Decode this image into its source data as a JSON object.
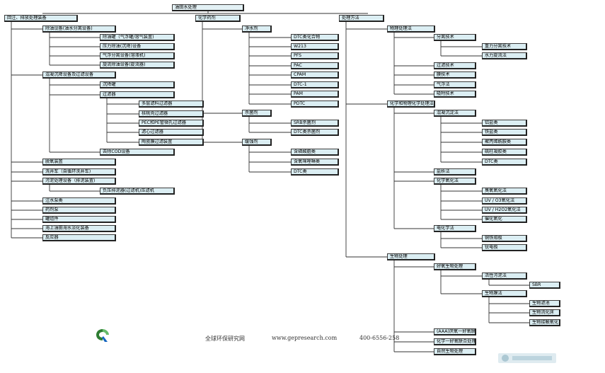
{
  "diagram": {
    "root": "油田水处理",
    "groups": [
      {
        "label": "回注、排放处理装备",
        "children": [
          {
            "label": "除油设备(油水分离设备)",
            "children": [
              {
                "label": "除油罐（气浮罐/溶气装置)"
              },
              {
                "label": "压力除油(沉降)设备"
              },
              {
                "label": "气浮分离设备(溶液机)"
              },
              {
                "label": "旋流除油设备(旋流器)"
              }
            ]
          },
          {
            "label": "混凝沉降设备及过滤设备",
            "children": [
              {
                "label": "沉降罐"
              },
              {
                "label": "过滤器",
                "children": [
                  {
                    "label": "多层滤料过滤器"
                  },
                  {
                    "label": "核桃壳过滤器"
                  },
                  {
                    "label": "PEC和PE管微孔过滤器"
                  },
                  {
                    "label": "滤心过滤器"
                  },
                  {
                    "label": "陶瓷膜过滤装置"
                  }
                ]
              },
              {
                "label": "去除COD设备"
              }
            ]
          },
          {
            "label": "脱氧装置"
          },
          {
            "label": "洗井车（自循环洗井车)"
          },
          {
            "label": "污泥处理设备（排泥装置)",
            "children": [
              {
                "label": "负压排泥器(过滤机)压滤机"
              }
            ]
          },
          {
            "label": "注水泵类"
          },
          {
            "label": "药剂泵"
          },
          {
            "label": "罐组件"
          },
          {
            "label": "海上油田海水淡化装备"
          },
          {
            "label": "反应器"
          }
        ]
      },
      {
        "label": "化学药剂",
        "children": [
          {
            "label": "净水剂",
            "children": [
              {
                "label": "DTC类化合物"
              },
              {
                "label": "W213"
              },
              {
                "label": "PFS"
              },
              {
                "label": "PAC"
              },
              {
                "label": "CPAM"
              },
              {
                "label": "DTC-1"
              },
              {
                "label": "PAM"
              },
              {
                "label": "PDTC"
              }
            ]
          },
          {
            "label": "杀菌剂",
            "children": [
              {
                "label": "SRB杀菌剂"
              },
              {
                "label": "DTC类杀菌剂"
              }
            ]
          },
          {
            "label": "缓蚀剂",
            "children": [
              {
                "label": "含磷酸脂类"
              },
              {
                "label": "含氧咪唑啉类"
              },
              {
                "label": "DTC类"
              }
            ]
          }
        ]
      },
      {
        "label": "处理方法",
        "children": [
          {
            "label": "物理处理法",
            "children": [
              {
                "label": "分离技术",
                "children": [
                  {
                    "label": "重力分离技术"
                  },
                  {
                    "label": "水力旋流法"
                  }
                ]
              },
              {
                "label": "过滤技术"
              },
              {
                "label": "膜技术"
              },
              {
                "label": "气浮法"
              },
              {
                "label": "吸附技术"
              }
            ]
          },
          {
            "label": "化学和物理化学处理法",
            "children": [
              {
                "label": "混凝沉淀法",
                "children": [
                  {
                    "label": "铝盐类"
                  },
                  {
                    "label": "铁盐类"
                  },
                  {
                    "label": "聚丙烯酰胺类"
                  },
                  {
                    "label": "硫柱凝胶类"
                  },
                  {
                    "label": "DTC类"
                  }
                ]
              },
              {
                "label": "盐析法"
              },
              {
                "label": "化学氧化法",
                "children": [
                  {
                    "label": "臭氧氧化法"
                  },
                  {
                    "label": "UV / O3氧化法"
                  },
                  {
                    "label": "UV / H2O2氧化法"
                  },
                  {
                    "label": "催化氧化"
                  }
                ]
              },
              {
                "label": "电化学法",
                "children": [
                  {
                    "label": "铜铁阳极"
                  },
                  {
                    "label": "钛电极"
                  }
                ]
              }
            ]
          },
          {
            "label": "生物处理",
            "children": [
              {
                "label": "好氧生物处理",
                "children": [
                  {
                    "label": "活性污泥法",
                    "children": [
                      {
                        "label": "SBR"
                      }
                    ]
                  },
                  {
                    "label": "生物膜法",
                    "children": [
                      {
                        "label": "生物滤池"
                      },
                      {
                        "label": "生物流化床"
                      },
                      {
                        "label": "生物接触氧化"
                      }
                    ]
                  }
                ]
              },
              {
                "label": "(AAA)厌氧一好氧联合处理"
              },
              {
                "label": "化学一好氧联合处理"
              },
              {
                "label": "自然生物处理"
              }
            ]
          }
        ]
      }
    ]
  },
  "footer": {
    "site": "全球环保研究网",
    "url": "www.gepresearch.com",
    "phone": "400-6556-258"
  }
}
